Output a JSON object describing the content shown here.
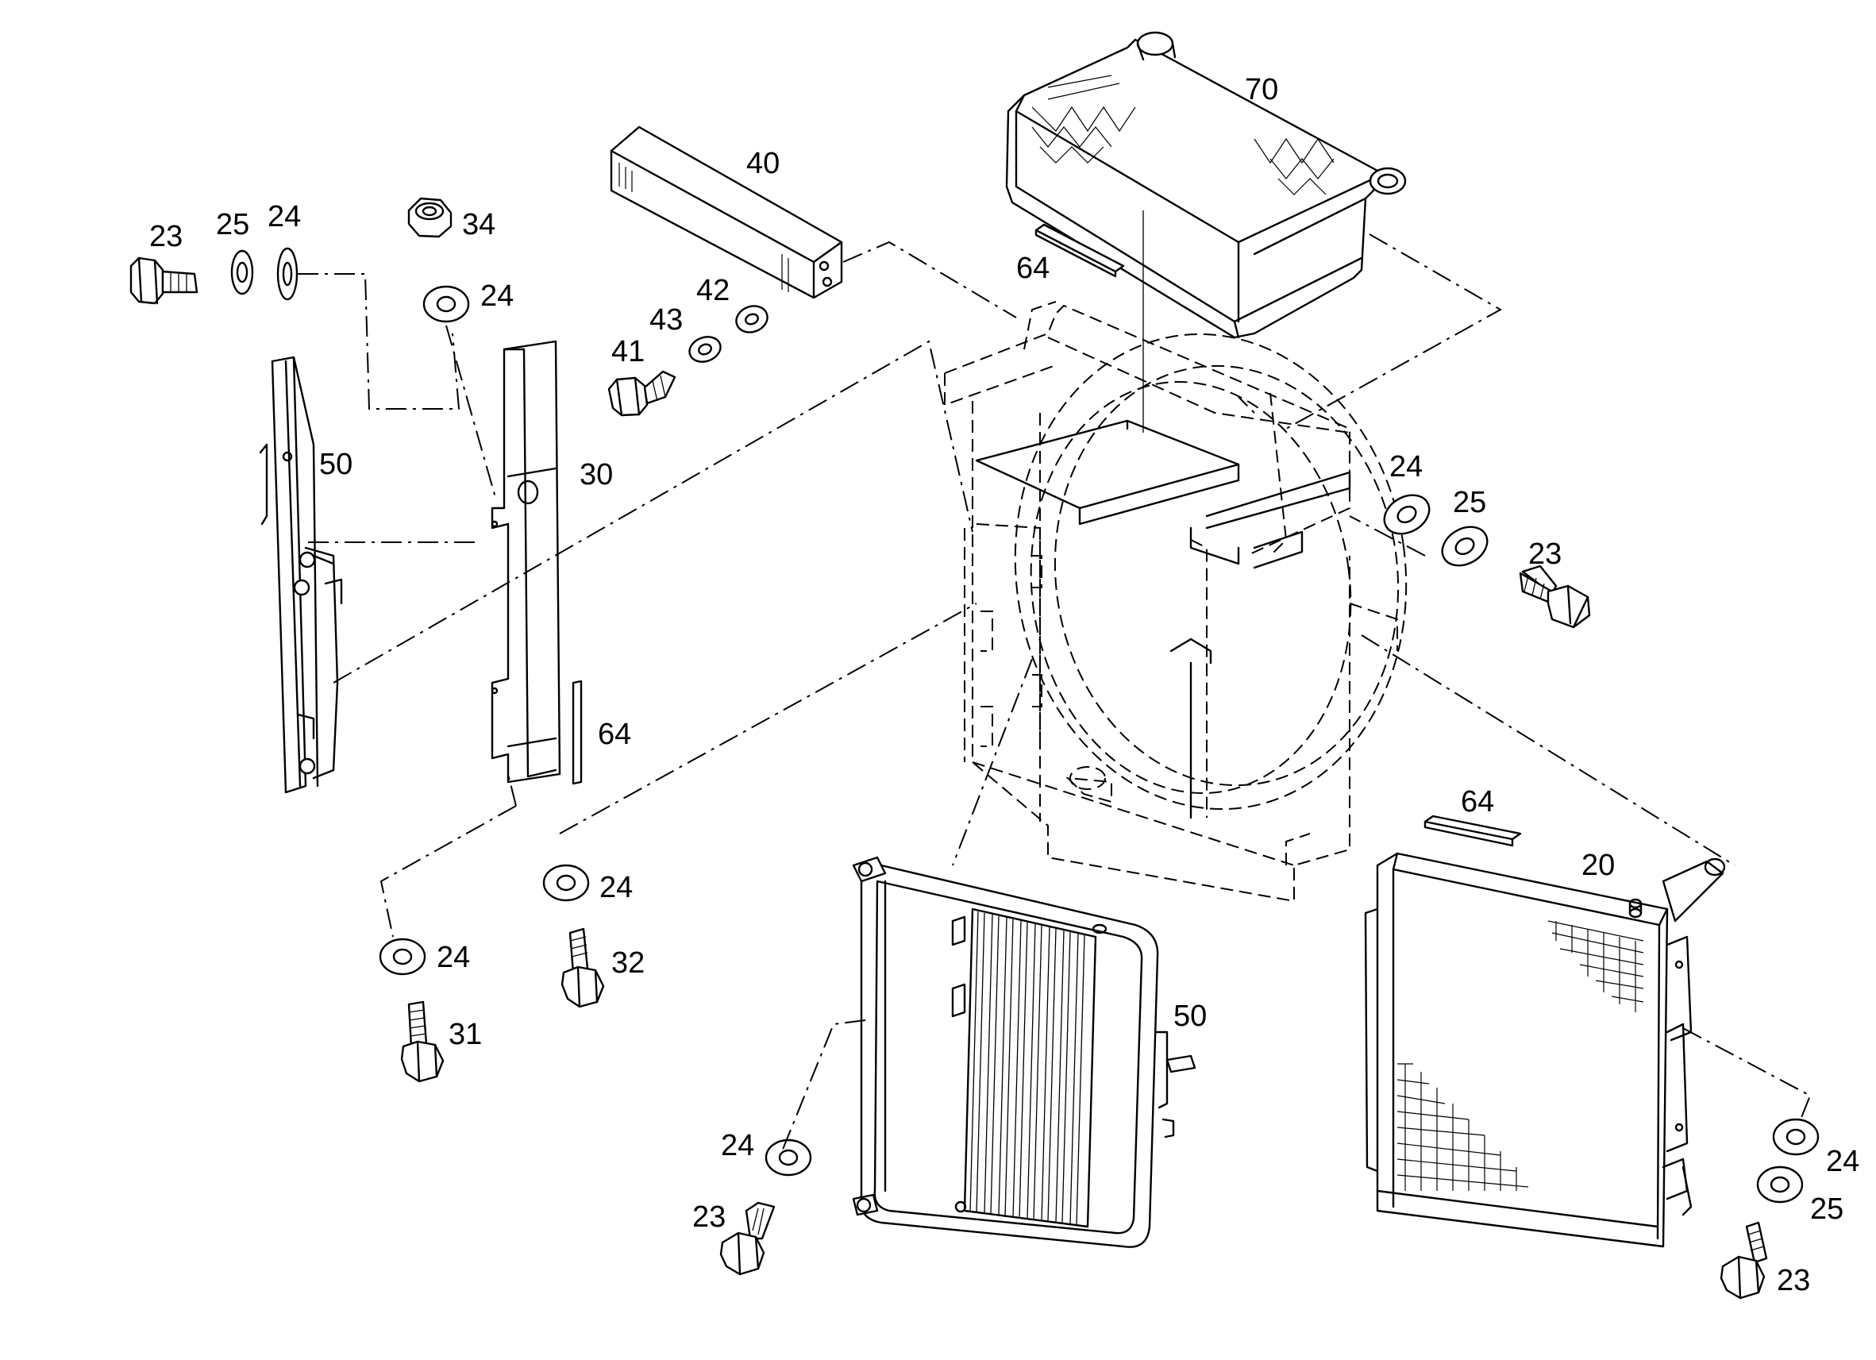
{
  "labels": {
    "p70": "70",
    "p40": "40",
    "p64_top": "64",
    "p23_tl": "23",
    "p25_tl": "25",
    "p24_tl": "24",
    "p34": "34",
    "p24_34": "24",
    "p42": "42",
    "p43": "43",
    "p41": "41",
    "p50_left": "50",
    "p30": "30",
    "p64_left": "64",
    "p24_r": "24",
    "p25_r": "25",
    "p23_r": "23",
    "p64_right": "64",
    "p20": "20",
    "p24_32": "24",
    "p32": "32",
    "p24_31": "24",
    "p31": "31",
    "p50_bottom": "50",
    "p24_bl": "24",
    "p23_bl": "23",
    "p24_br": "24",
    "p25_br": "25",
    "p23_br": "23"
  }
}
